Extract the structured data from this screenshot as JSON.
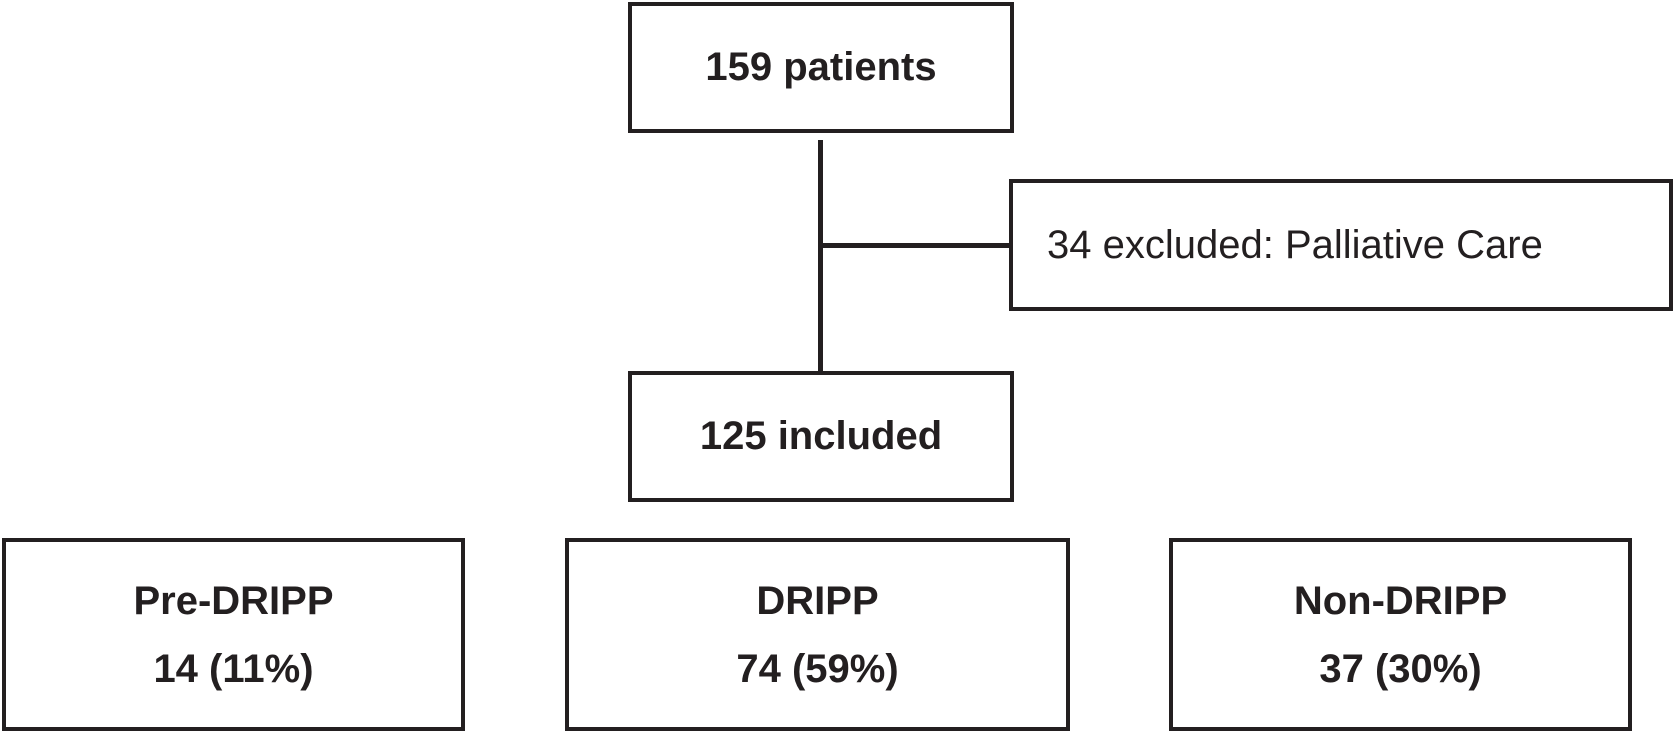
{
  "flow": {
    "total": "159 patients",
    "excluded": "34 excluded: Palliative Care",
    "included": "125 included",
    "groups": [
      {
        "name": "Pre-DRIPP",
        "count": "14 (11%)"
      },
      {
        "name": "DRIPP",
        "count": "74 (59%)"
      },
      {
        "name": "Non-DRIPP",
        "count": "37 (30%)"
      }
    ]
  }
}
